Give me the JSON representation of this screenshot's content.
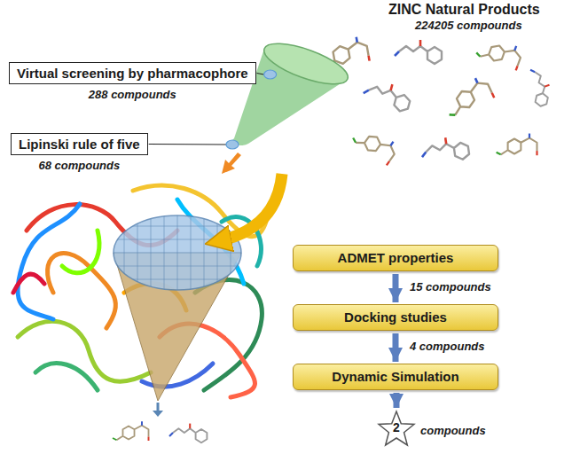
{
  "diagram": {
    "nodes": [
      {
        "text": [
          "Virtual screening by pharmacophore",
          "288 compounds"
        ]
      },
      {
        "text": [
          "Lipinski rule of five",
          "68 compounds"
        ]
      },
      {
        "text": [
          "ADMET properties"
        ]
      },
      {
        "text": [
          "Docking studies"
        ]
      },
      {
        "text": [
          "Dynamic Simulation"
        ]
      },
      {
        "text": [
          "2",
          "compounds"
        ]
      }
    ],
    "edges": [
      {
        "from": 2,
        "to": 3,
        "arrow": "to",
        "label": "15 compounds"
      },
      {
        "from": 3,
        "to": 4,
        "arrow": "to",
        "label": "4 compounds"
      },
      {
        "from": 4,
        "to": 5,
        "arrow": "to"
      }
    ],
    "labels": [
      "ZINC Natural Products",
      "224205 compounds"
    ]
  }
}
